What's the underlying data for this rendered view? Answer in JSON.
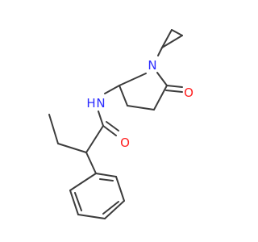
{
  "molecule": {
    "atoms": {
      "nitrogen_ring": "N",
      "oxygen_ring": "O",
      "nitrogen_amide": "N",
      "hydrogen_amide": "H",
      "oxygen_amide": "O"
    },
    "colors": {
      "bond": "#3c3c3c",
      "nitrogen": "#2b2bff",
      "oxygen": "#ff2020"
    }
  }
}
